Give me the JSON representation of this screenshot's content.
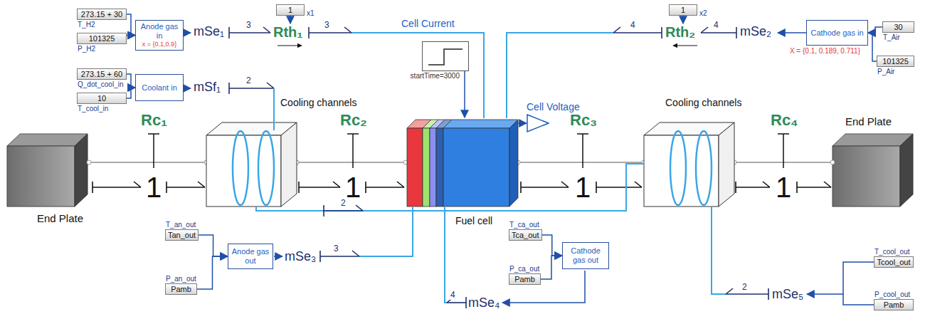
{
  "diagram": {
    "nodes": [
      {
        "text": [
          "273.15 + 30",
          "T_H2"
        ]
      },
      {
        "text": [
          "101325",
          "P_H2"
        ]
      },
      {
        "text": [
          "Anode gas in",
          "x = {0.1,0.9}"
        ]
      },
      {
        "text": [
          "1",
          "x1"
        ]
      },
      {
        "text": [
          "1",
          "x2"
        ]
      },
      {
        "text": [
          "Cathode gas in",
          "X = {0.1, 0.189, 0.711}"
        ]
      },
      {
        "text": [
          "30",
          "T_Air"
        ]
      },
      {
        "text": [
          "101325",
          "P_Air"
        ]
      },
      {
        "text": [
          "273.15 + 60",
          "Q_dot_cool_in"
        ]
      },
      {
        "text": [
          "10",
          "T_cool_in"
        ]
      },
      {
        "text": [
          "Coolant in"
        ]
      },
      {
        "text": [
          "Cell Current",
          "startTime=3000"
        ]
      },
      {
        "text": [
          "Fuel cell"
        ]
      },
      {
        "text": [
          "Cell Voltage"
        ]
      },
      {
        "text": [
          "T_an_out",
          "Tan_out"
        ]
      },
      {
        "text": [
          "P_an_out",
          "Pamb"
        ]
      },
      {
        "text": [
          "Anode gas out"
        ]
      },
      {
        "text": [
          "T_ca_out",
          "Tca_out"
        ]
      },
      {
        "text": [
          "P_ca_out",
          "Pamb"
        ]
      },
      {
        "text": [
          "Cathode gas out"
        ]
      },
      {
        "text": [
          "T_cool_out",
          "Tcool_out"
        ]
      },
      {
        "text": [
          "P_cool_out",
          "Pamb"
        ]
      }
    ],
    "edges": [
      {
        "from": 0,
        "to": 2,
        "arrow": "to"
      },
      {
        "from": 1,
        "to": 2,
        "arrow": "to"
      },
      {
        "from": 6,
        "to": 5,
        "arrow": "to"
      },
      {
        "from": 7,
        "to": 5,
        "arrow": "to"
      },
      {
        "from": 8,
        "to": 10,
        "arrow": "to"
      },
      {
        "from": 9,
        "to": 10,
        "arrow": "to"
      },
      {
        "from": 11,
        "to": 12,
        "arrow": "to"
      },
      {
        "from": 12,
        "to": 13,
        "arrow": "to"
      },
      {
        "from": 14,
        "to": 16,
        "arrow": "to"
      },
      {
        "from": 15,
        "to": 16,
        "arrow": "to"
      },
      {
        "from": 17,
        "to": 19,
        "arrow": "to"
      },
      {
        "from": 18,
        "to": 19,
        "arrow": "to"
      }
    ],
    "labels": [
      "mSe₁",
      "3",
      "Rth₁",
      "3",
      "mSf₁",
      "2",
      "4",
      "Rth₂",
      "4",
      "mSe₂",
      "Cooling channels",
      "Cooling channels",
      "Rc₁",
      "Rc₂",
      "Rc₃",
      "Rc₄",
      "1",
      "1",
      "1",
      "1",
      "End Plate",
      "End Plate",
      "2",
      "mSe₃",
      "3",
      "4",
      "mSe₄",
      "mSe₅",
      "2"
    ]
  }
}
